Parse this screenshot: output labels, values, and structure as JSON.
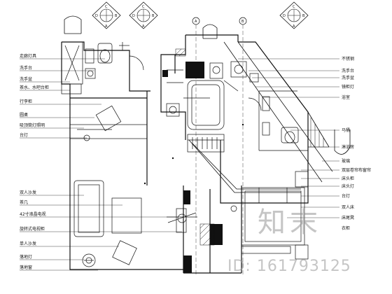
{
  "labels_left": [
    "走廊灯具",
    "洗手台",
    "洗手盆",
    "茶水、水吧台柜",
    "行李柜",
    "圆桌",
    "吸顶筒灯照明",
    "台灯",
    "双人沙发",
    "茶几",
    "42寸液晶电视",
    "旋转式电视柜",
    "单人沙发",
    "落地灯",
    "落地窗"
  ],
  "labels_right": [
    "不锈钢",
    "洗手台",
    "洗手盆",
    "镜柜灯",
    "浴室",
    "马桶",
    "淋浴房",
    "玻璃",
    "双层卷帘布窗帘",
    "床头柜",
    "床头灯",
    "台灯",
    "双人床",
    "床尾凳",
    "衣柜"
  ],
  "axis_markers": [
    "A",
    "B"
  ],
  "elevation_markers": [
    {
      "top": "C",
      "left": "D",
      "right": "B",
      "bottom": "A"
    },
    {
      "top": "C",
      "left": "D",
      "right": "B",
      "bottom": "A"
    },
    {
      "top": "C",
      "left": "D",
      "right": "B",
      "bottom": "A"
    }
  ],
  "tv_size_label": "42",
  "watermark": {
    "logo": "知末",
    "id": "ID: 161793125"
  },
  "colors": {
    "line": "#1a1a1a",
    "fill_dark": "#111111",
    "watermark": "#969696"
  }
}
